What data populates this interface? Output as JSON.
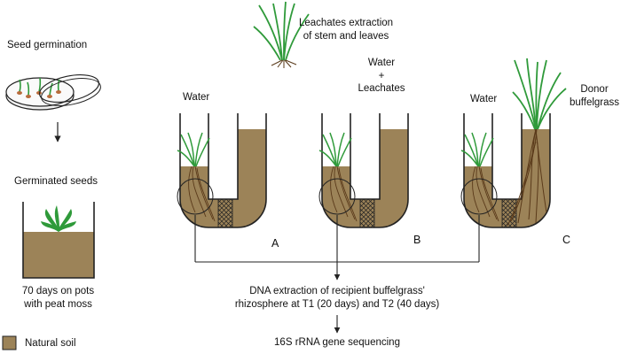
{
  "labels": {
    "seed_germination": "Seed germination",
    "germinated_seeds": "Germinated seeds",
    "pots_line1": "70 days on pots",
    "pots_line2": "with peat moss",
    "legend_natural_soil": "Natural soil",
    "leachates_line1": "Leachates extraction",
    "leachates_line2": "of stem and leaves",
    "water_a": "Water",
    "water_b": "Water",
    "plus": "+",
    "leachates_b": "Leachates",
    "water_c": "Water",
    "donor_line1": "Donor",
    "donor_line2": "buffelgrass",
    "label_a": "A",
    "label_b": "B",
    "label_c": "C",
    "dna_line1": "DNA extraction of recipient buffelgrass'",
    "dna_line2": "rhizosphere at T1 (20 days) and T2 (40 days)",
    "sequencing": "16S rRNA gene sequencing"
  },
  "colors": {
    "soil": "#9c8358",
    "soil_outline": "#2b2b2b",
    "leaf": "#2f9a3a",
    "root": "#5a3a1a",
    "arrow": "#222222"
  }
}
